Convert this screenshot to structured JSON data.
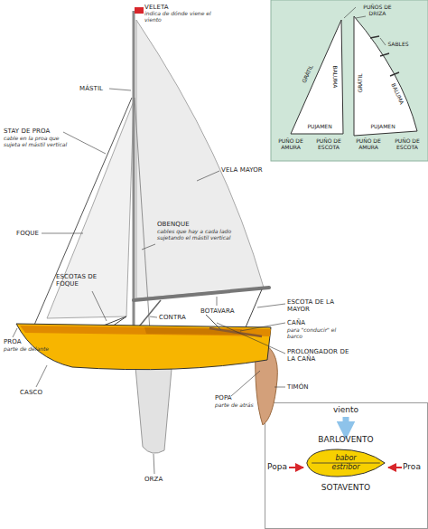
{
  "diagram": {
    "nodes": [
      {
        "text": [
          "PUÑOS DE DRIZA",
          "SABLES",
          "GRÁTIL",
          "BALUMA",
          "GRÁTIL",
          "BALUMA",
          "PUJAMEN",
          "PUJAMEN",
          "PUÑO DE AMURA",
          "PUÑO DE ESCOTA",
          "PUÑO DE AMURA",
          "PUÑO DE ESCOTA"
        ]
      },
      {
        "text": [
          "viento",
          "BARLOVENTO",
          "Popa",
          "Proa",
          "SOTAVENTO"
        ]
      },
      {
        "text": [
          "babor",
          "estribor"
        ],
        "in": 1
      }
    ],
    "labels": [
      "VELETA",
      "indica de dónde viene el viento",
      "MÁSTIL",
      "STAY DE PROA",
      "cable en la proa que sujeta el mástil vertical",
      "VELA MAYOR",
      "FOQUE",
      "OBENQUE",
      "cables que hay a cada lado sujetando el mástil vertical",
      "ESCOTAS DE FOQUE",
      "CONTRA",
      "BOTAVARA",
      "ESCOTA DE LA MAYOR",
      "CAÑA",
      "para \"conducir\" el barco",
      "PROLONGADOR DE LA CAÑA",
      "TIMÓN",
      "PROA",
      "parte de delante",
      "POPA",
      "parte de atrás",
      "CASCO",
      "ORZA"
    ]
  }
}
